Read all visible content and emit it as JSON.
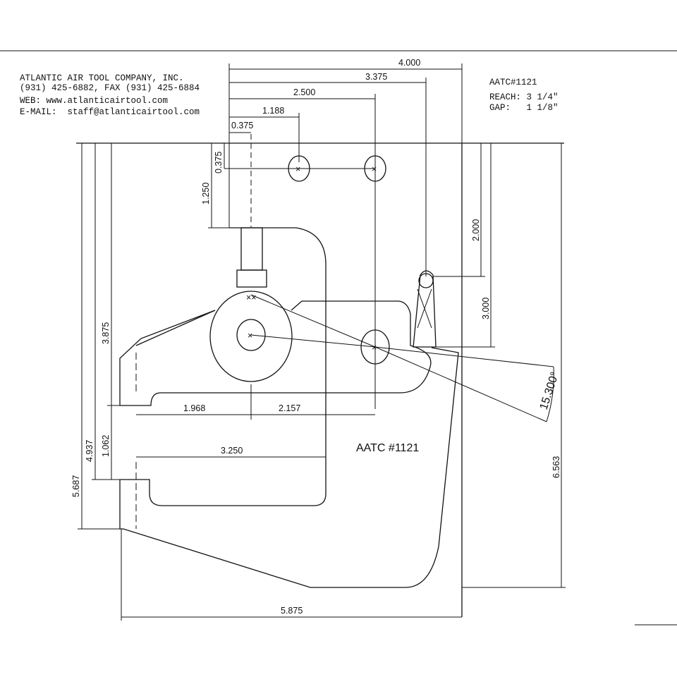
{
  "header": {
    "company": "ATLANTIC AIR TOOL COMPANY, INC.",
    "phone": "(931) 425-6882, FAX (931) 425-6884",
    "web": "WEB: www.atlanticairtool.com",
    "email": "E-MAIL:  staff@atlanticairtool.com"
  },
  "spec": {
    "model": "AATC#1121",
    "reach": "REACH: 3 1/4\"",
    "gap": "GAP:   1 1/8\""
  },
  "part_label": "AATC #1121",
  "dimensions": {
    "d_4000": "4.000",
    "d_3375": "3.375",
    "d_2500": "2.500",
    "d_1188": "1.188",
    "d_0375h": "0.375",
    "d_0375v": "0.375",
    "d_1250": "1.250",
    "d_2000": "2.000",
    "d_3000": "3.000",
    "d_3875": "3.875",
    "d_4937": "4.937",
    "d_1062": "1.062",
    "d_5687": "5.687",
    "d_1968": "1.968",
    "d_2157": "2.157",
    "d_3250": "3.250",
    "d_6563": "6.563",
    "d_5875": "5.875",
    "angle": "15.300°"
  }
}
